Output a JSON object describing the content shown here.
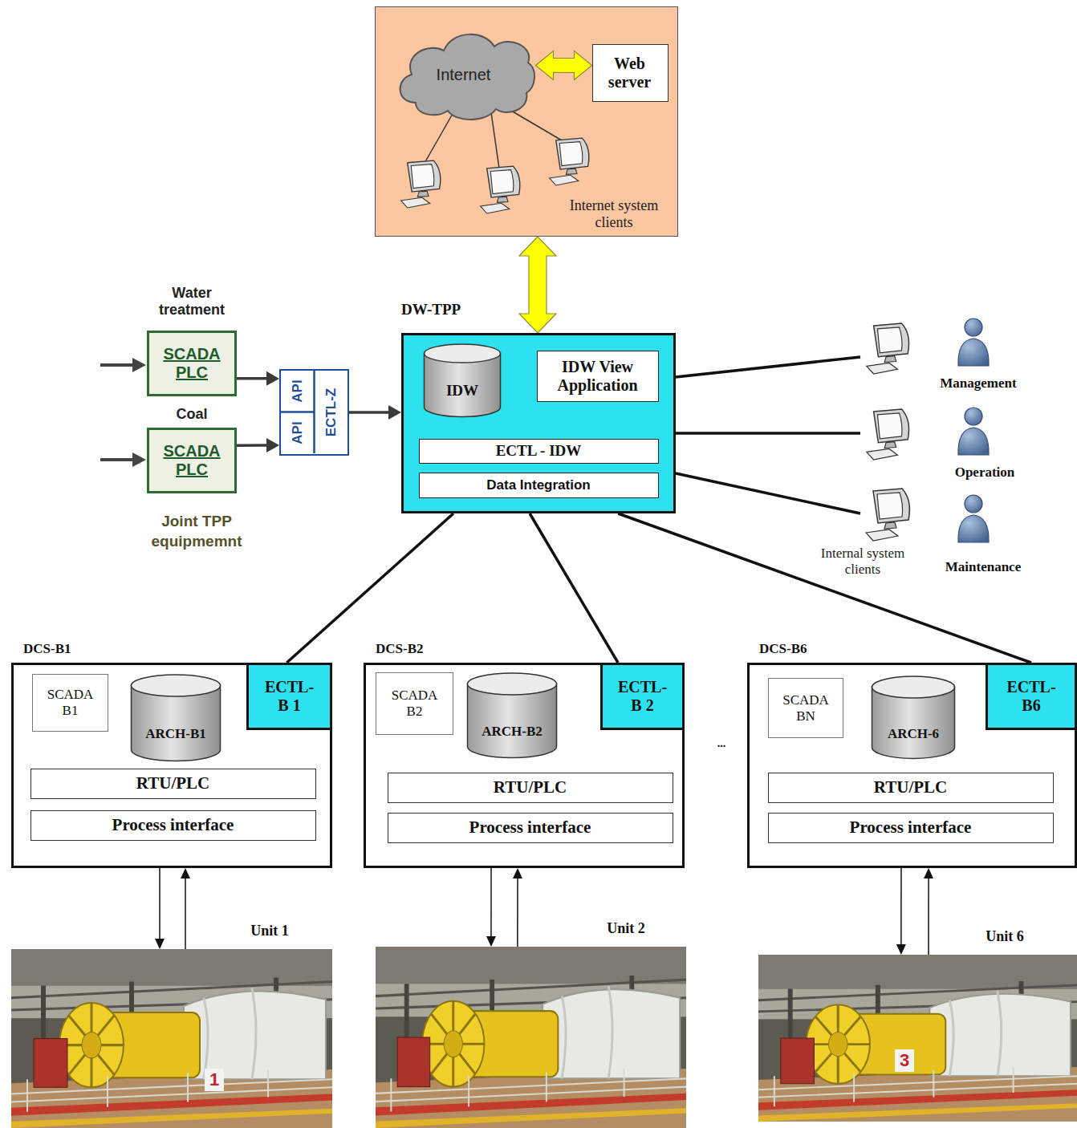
{
  "diagram": {
    "nodes": [
      {
        "text": [
          "Internet system clients"
        ]
      },
      {
        "text": [
          "Internet"
        ],
        "in": 0
      },
      {
        "text": [
          "Web server"
        ],
        "in": 0
      },
      {
        "text": [
          "Water treatment",
          "SCADA PLC"
        ]
      },
      {
        "text": [
          "Coal",
          "SCADA PLC"
        ]
      },
      {
        "text": [
          "API",
          "API",
          "ECTL-Z"
        ]
      },
      {
        "text": [
          "DW-TPP"
        ]
      },
      {
        "text": [
          "IDW"
        ],
        "in": 6
      },
      {
        "text": [
          "IDW View Application"
        ],
        "in": 6
      },
      {
        "text": [
          "ECTL - IDW"
        ],
        "in": 6
      },
      {
        "text": [
          "Data Integration"
        ],
        "in": 6
      },
      {
        "text": [
          "Management"
        ]
      },
      {
        "text": [
          "Operation"
        ]
      },
      {
        "text": [
          "Internal system clients",
          "Maintenance"
        ]
      },
      {
        "text": [
          "DCS-B1"
        ]
      },
      {
        "text": [
          "SCADA B1"
        ],
        "in": 14
      },
      {
        "text": [
          "ARCH-B1"
        ],
        "in": 14
      },
      {
        "text": [
          "ECTL- B 1"
        ],
        "in": 14
      },
      {
        "text": [
          "RTU/PLC"
        ],
        "in": 14
      },
      {
        "text": [
          "Process interface"
        ],
        "in": 14
      },
      {
        "text": [
          "Unit 1"
        ]
      },
      {
        "text": [
          "DCS-B2"
        ]
      },
      {
        "text": [
          "SCADA B2"
        ],
        "in": 21
      },
      {
        "text": [
          "ARCH-B2"
        ],
        "in": 21
      },
      {
        "text": [
          "ECTL- B 2"
        ],
        "in": 21
      },
      {
        "text": [
          "RTU/PLC"
        ],
        "in": 21
      },
      {
        "text": [
          "Process interface"
        ],
        "in": 21
      },
      {
        "text": [
          "Unit 2"
        ]
      },
      {
        "text": [
          "DCS-B6"
        ]
      },
      {
        "text": [
          "SCADA BN"
        ],
        "in": 28
      },
      {
        "text": [
          "ARCH-6"
        ],
        "in": 28
      },
      {
        "text": [
          "ECTL- B6"
        ],
        "in": 28
      },
      {
        "text": [
          "RTU/PLC"
        ],
        "in": 28
      },
      {
        "text": [
          "Process interface"
        ],
        "in": 28
      },
      {
        "text": [
          "Unit 6"
        ]
      }
    ],
    "edges": [
      {
        "from": 1,
        "to": 2,
        "arrow": "both"
      },
      {
        "from": 0,
        "to": 6,
        "arrow": "both"
      },
      {
        "from": 3,
        "to": 5,
        "arrow": "to"
      },
      {
        "from": 4,
        "to": 5,
        "arrow": "to"
      },
      {
        "from": 5,
        "to": 6,
        "arrow": "to"
      },
      {
        "from": 6,
        "to": 11,
        "arrow": "none"
      },
      {
        "from": 6,
        "to": 12,
        "arrow": "none"
      },
      {
        "from": 6,
        "to": 13,
        "arrow": "none"
      },
      {
        "from": 6,
        "to": 17,
        "arrow": "none"
      },
      {
        "from": 6,
        "to": 24,
        "arrow": "none"
      },
      {
        "from": 6,
        "to": 31,
        "arrow": "none"
      },
      {
        "from": 14,
        "to": 20,
        "arrow": "to"
      },
      {
        "from": 20,
        "to": 14,
        "arrow": "to"
      },
      {
        "from": 21,
        "to": 27,
        "arrow": "to"
      },
      {
        "from": 27,
        "to": 21,
        "arrow": "to"
      },
      {
        "from": 28,
        "to": 34,
        "arrow": "to"
      },
      {
        "from": 34,
        "to": 28,
        "arrow": "to"
      }
    ],
    "labels": [
      "Joint TPP equipmemnt",
      "...",
      "1",
      "3"
    ]
  }
}
